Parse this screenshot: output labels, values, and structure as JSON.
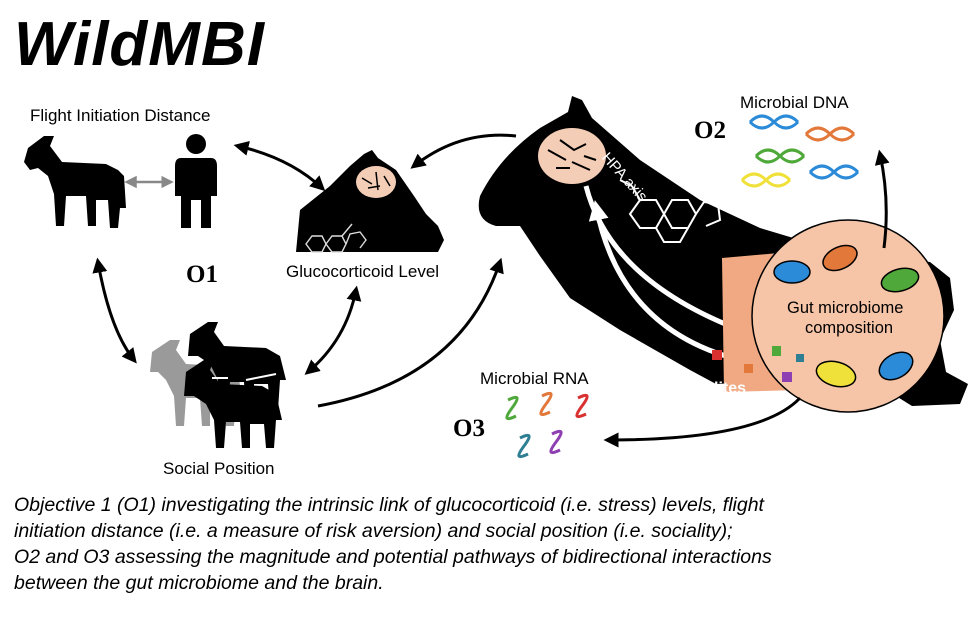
{
  "title": "WildMBI",
  "labels": {
    "flight_initiation_distance": "Flight Initiation Distance",
    "glucocorticoid_level": "Glucocorticoid Level",
    "social_position": "Social Position",
    "hpa_axis": "HPA axis",
    "microbial_dna": "Microbial DNA",
    "microbial_rna": "Microbial RNA",
    "gut_microbiome_line1": "Gut microbiome",
    "gut_microbiome_line2": "composition",
    "metabolites": "Metabolites"
  },
  "objectives": {
    "o1": "O1",
    "o2": "O2",
    "o3": "O3"
  },
  "caption": {
    "line1": "Objective 1 (O1) investigating the intrinsic link of glucocorticoid (i.e. stress) levels, flight",
    "line2": "initiation distance (i.e. a measure of risk aversion) and social position (i.e. sociality);",
    "line3": "O2 and O3 assessing the magnitude and potential pathways of bidirectional interactions",
    "line4": "between the gut microbiome and the brain."
  },
  "colors": {
    "silhouette": "#000000",
    "brain": "#f4cdb6",
    "gut_circle": "#f6c5a8",
    "gut_wall": "#f0a982",
    "gray_horse": "#9a9a9a",
    "dna_blue": "#2b8bd8",
    "dna_orange": "#e2793b",
    "dna_green": "#4fa83a",
    "dna_yellow": "#f0e13a",
    "rna_purple": "#8e3fb2",
    "rna_red": "#d93030",
    "rna_teal": "#2e7f93"
  },
  "icons": [
    "horse-icon",
    "person-icon",
    "horse-head-icon",
    "brain-icon",
    "steroid-molecule-icon",
    "bacteria-icon",
    "dna-helix-icon",
    "rna-strand-icon"
  ]
}
